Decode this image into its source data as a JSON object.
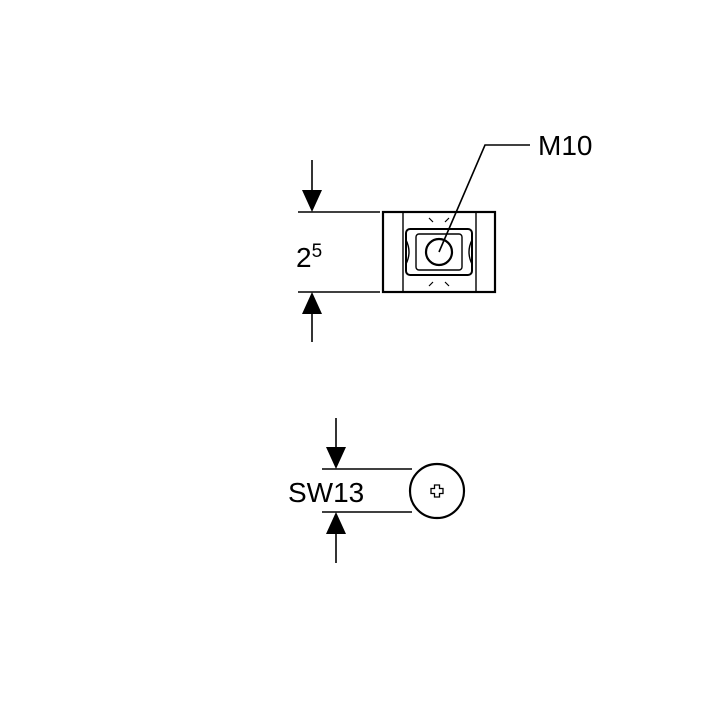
{
  "diagram": {
    "part_label": "M10",
    "height_dimension": {
      "base": "2",
      "superscript": "5"
    },
    "wrench_size_label": "SW13"
  },
  "colors": {
    "ink": "#000000",
    "paper": "#ffffff"
  },
  "icons": {
    "screw_head": "phillips-screw-head-icon",
    "dimension_arrow": "filled-arrowhead"
  }
}
